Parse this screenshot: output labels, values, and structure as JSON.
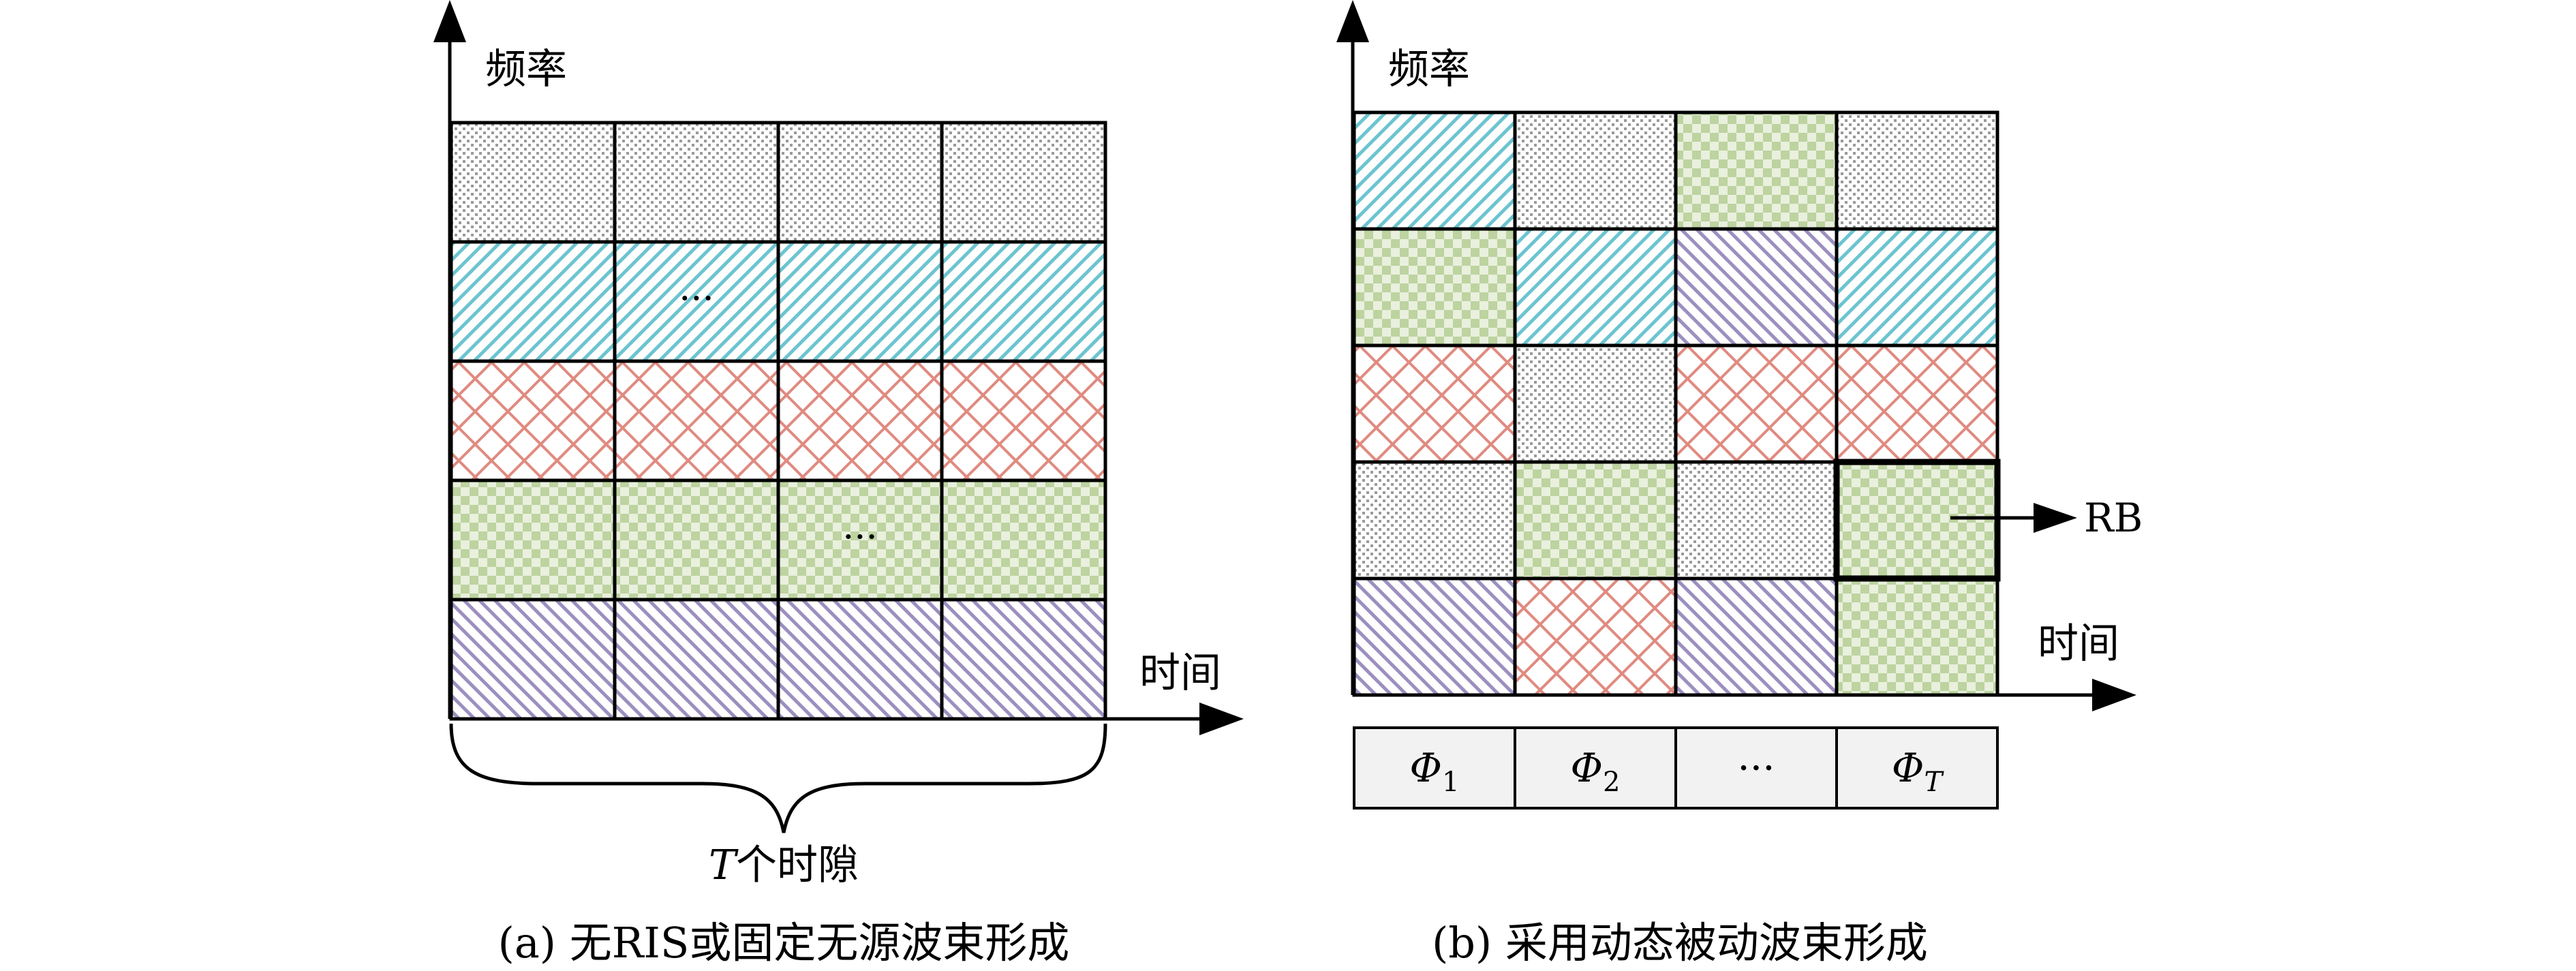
{
  "panel_a": {
    "y_axis_label": "频率",
    "x_axis_label": "时间",
    "brace_label_var": "T",
    "brace_label_text": "个时隙",
    "caption": "(a) 无RIS或固定无源波束形成",
    "grid": [
      [
        "dots",
        "dots",
        "dots",
        "dots"
      ],
      [
        "cyan",
        "cyan",
        "cyan",
        "cyan"
      ],
      [
        "red",
        "red",
        "red",
        "red"
      ],
      [
        "green",
        "green",
        "green",
        "green"
      ],
      [
        "purple",
        "purple",
        "purple",
        "purple"
      ]
    ],
    "ellipses": [
      {
        "row": 1,
        "col": 1,
        "text": "···"
      },
      {
        "row": 3,
        "col": 2,
        "text": "···"
      }
    ]
  },
  "panel_b": {
    "y_axis_label": "频率",
    "x_axis_label": "时间",
    "rb_label": "RB",
    "caption": "(b) 采用动态被动波束形成",
    "grid": [
      [
        "cyan",
        "dots",
        "green",
        "dots"
      ],
      [
        "green",
        "cyan",
        "purple",
        "cyan"
      ],
      [
        "red",
        "dots",
        "red",
        "red"
      ],
      [
        "dots",
        "green",
        "dots",
        "green"
      ],
      [
        "purple",
        "red",
        "purple",
        "green"
      ]
    ],
    "highlight": {
      "row": 3,
      "col": 3
    },
    "phases": [
      {
        "symbol": "Φ",
        "sub": "1"
      },
      {
        "symbol": "Φ",
        "sub": "2"
      },
      {
        "symbol": "···",
        "sub": ""
      },
      {
        "symbol": "Φ",
        "sub": "T"
      }
    ]
  },
  "colors": {
    "dots": "#9a9a9a",
    "cyan": "#6cc4d0",
    "red": "#e08a80",
    "green": "#bdd3a0",
    "purple": "#9c8fc0"
  }
}
